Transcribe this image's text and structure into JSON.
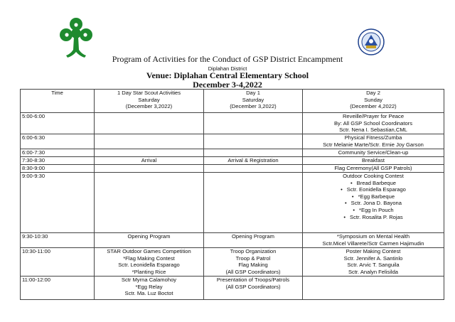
{
  "header": {
    "title": "Program of Activities for the Conduct of GSP District Encampment",
    "district": "Diplahan District",
    "venue": "Venue: Diplahan Central Elementary School",
    "date": "December 3-4,2022"
  },
  "columns": {
    "time": "Time",
    "col1": [
      "1 Day Star Scout  Activities",
      "Saturday",
      "(December 3,2022)"
    ],
    "col2": [
      "Day 1",
      "Saturday",
      "(December 3,2022)"
    ],
    "col3": [
      "Day 2",
      "Sunday",
      "(December 4,2022)"
    ]
  },
  "rows": {
    "r1": {
      "time": "5:00-6:00",
      "day2": [
        "Reveille/Prayer for Peace",
        "By: All GSP  School Coordinators",
        "Sctr. Nena I. Sebastian,CML"
      ]
    },
    "r2": {
      "time": "6:00-6:30",
      "day2": [
        "Physical Fitness/Zumba",
        "Sctr Melanie Marte/Sctr. Ernie Joy Garson"
      ]
    },
    "r3": {
      "time": "6:00-7:30",
      "day2": "Community Service/Clean-up"
    },
    "r4": {
      "time": "7:30-8:30",
      "star": "Arrival",
      "day1": "Arrival & Registration",
      "day2": "Breakfast"
    },
    "r5": {
      "time": "8:30-9:00",
      "day2": "Flag Ceremony(All GSP Patrols)"
    },
    "r6": {
      "time": "9:00-9:30",
      "day2_title": "Outdoor  Cooking Contest",
      "day2_items": [
        "Bread Barbeque",
        "Sctr. Eonidella Esparago",
        "*Egg Barbeque",
        "Sctr. Jona D. Bayona",
        "*Egg In Pouch",
        "Sctr. Rosalita P. Rojas"
      ]
    },
    "r7": {
      "time": "9:30-10:30",
      "star": "Opening Program",
      "day1": "Opening Program",
      "day2": [
        "*Symposium on Mental Health",
        "Sctr.Micel Villarete/Sctr Carmen Hajimudin"
      ]
    },
    "r8": {
      "time": "10:30-11:00",
      "star": [
        "STAR Outdoor Games Competition",
        "*Flag Making Contest",
        "Sctr. Leonidella Esparago",
        "*Planting Rice"
      ],
      "day1": [
        "Troop Organization",
        "Troop & Patrol",
        "Flag Making",
        "(All GSP Coordinators)"
      ],
      "day2": [
        "Poster Making Contest",
        "Sctr. Jennifer  A. Santinlo",
        "Sctr. Arvic T. Sanguila",
        "Sctr. Analyn Felisilda"
      ]
    },
    "r9": {
      "time": "11:00-12:00",
      "star": [
        "Sctr Myrna Calamohoy",
        "*Egg Relay",
        "Sctr. Ma. Luz Boctot"
      ],
      "day1": [
        "Presentation of Troops/Patrols",
        "(All GSP Coordinators)"
      ]
    }
  }
}
